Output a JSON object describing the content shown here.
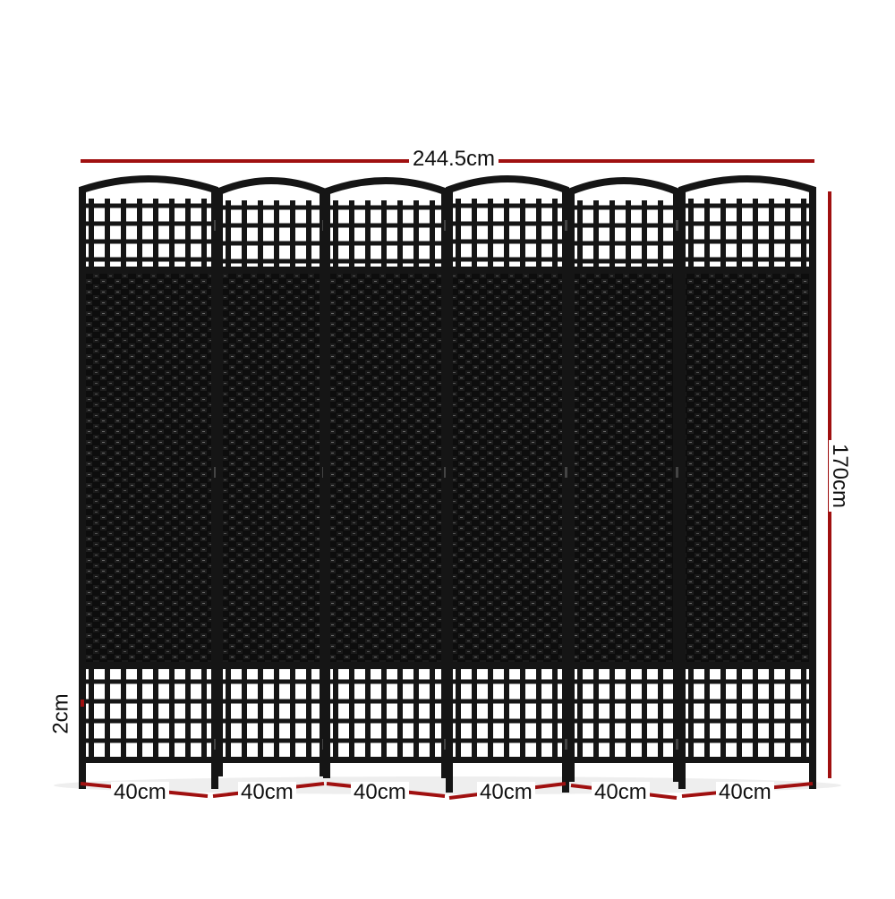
{
  "product": {
    "name": "6-panel folding room divider screen",
    "panel_count": 6,
    "frame_color": "#151515",
    "weave_color": "#0c0c0c",
    "background_color": "#ffffff"
  },
  "dimensions": {
    "line_color": "#a01010",
    "total_width": "244.5cm",
    "height": "170cm",
    "foot_clearance": "2cm",
    "panel_widths": [
      "40cm",
      "40cm",
      "40cm",
      "40cm",
      "40cm",
      "40cm"
    ]
  }
}
